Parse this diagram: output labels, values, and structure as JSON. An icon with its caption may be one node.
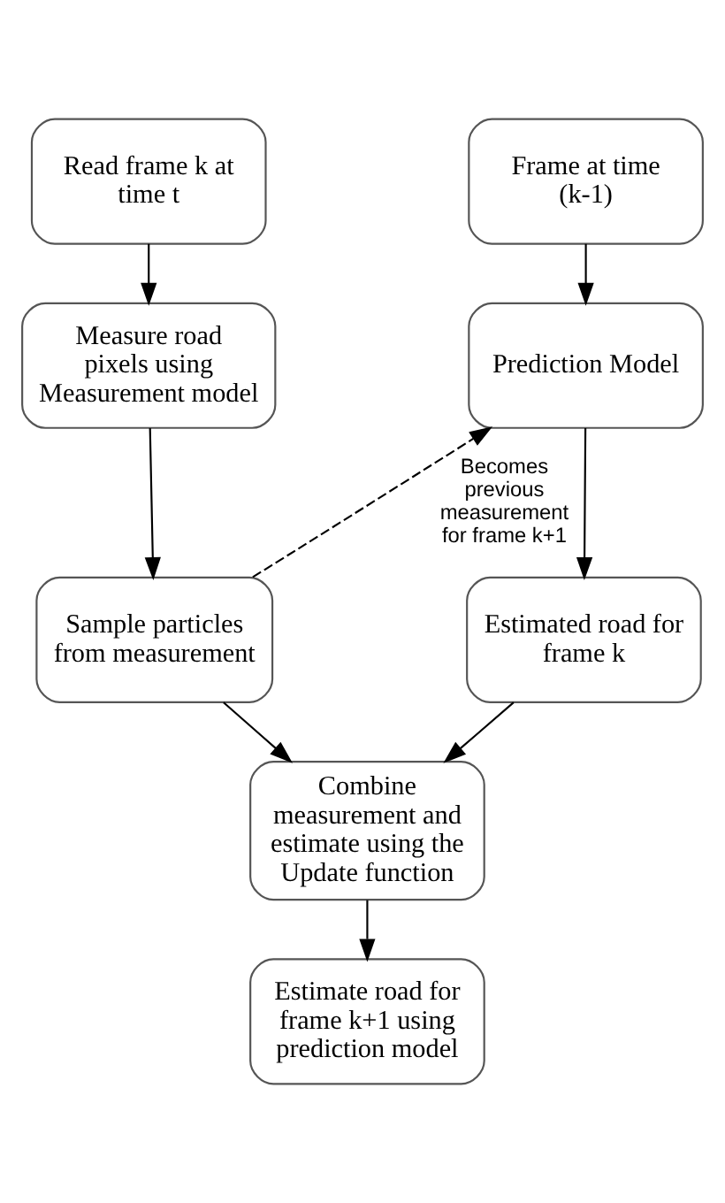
{
  "diagram": {
    "nodes": [
      {
        "text": [
          "Read frame k at time t"
        ]
      },
      {
        "text": [
          "Frame at time (k-1)"
        ]
      },
      {
        "text": [
          "Measure road pixels using Measurement model"
        ]
      },
      {
        "text": [
          "Prediction Model"
        ]
      },
      {
        "text": [
          "Estimated road for frame k"
        ]
      },
      {
        "text": [
          "Sample particles from measurement"
        ]
      },
      {
        "text": [
          "Combine measurement and estimate using the Update function"
        ]
      },
      {
        "text": [
          "Estimate road for frame k+1 using prediction model"
        ]
      }
    ],
    "edges": [
      {
        "from": 0,
        "to": 2,
        "arrow": "to"
      },
      {
        "from": 1,
        "to": 3,
        "arrow": "to"
      },
      {
        "from": 2,
        "to": 5,
        "arrow": "to"
      },
      {
        "from": 5,
        "to": 3,
        "arrow": "to",
        "style": "dashed",
        "label": "Becomes previous measurement for frame k+1"
      },
      {
        "from": 3,
        "to": 4,
        "arrow": "to"
      },
      {
        "from": 5,
        "to": 6,
        "arrow": "to"
      },
      {
        "from": 4,
        "to": 6,
        "arrow": "to"
      },
      {
        "from": 6,
        "to": 7,
        "arrow": "to"
      }
    ]
  }
}
